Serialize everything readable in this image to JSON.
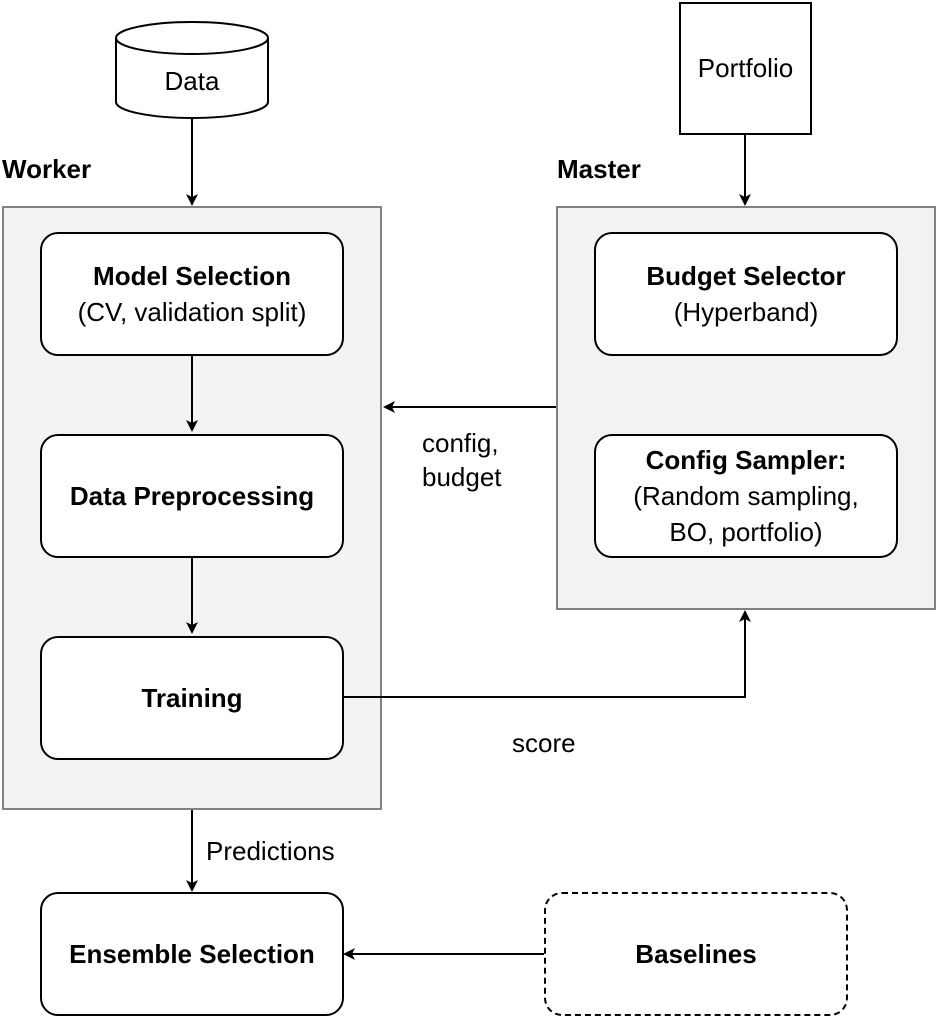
{
  "nodes": {
    "data": {
      "label": "Data"
    },
    "portfolio": {
      "label": "Portfolio"
    },
    "model_selection": {
      "title": "Model Selection",
      "subtitle": "(CV, validation split)"
    },
    "data_preprocessing": {
      "title": "Data Preprocessing"
    },
    "training": {
      "title": "Training"
    },
    "budget_selector": {
      "title": "Budget Selector",
      "subtitle": "(Hyperband)"
    },
    "config_sampler": {
      "title": "Config Sampler:",
      "subtitle_line1": "(Random sampling,",
      "subtitle_line2": "BO, portfolio)"
    },
    "ensemble_selection": {
      "title": "Ensemble Selection"
    },
    "baselines": {
      "title": "Baselines"
    }
  },
  "groups": {
    "worker": {
      "label": "Worker"
    },
    "master": {
      "label": "Master"
    }
  },
  "edges": {
    "config_budget_line1": "config,",
    "config_budget_line2": "budget",
    "score": "score",
    "predictions": "Predictions"
  }
}
